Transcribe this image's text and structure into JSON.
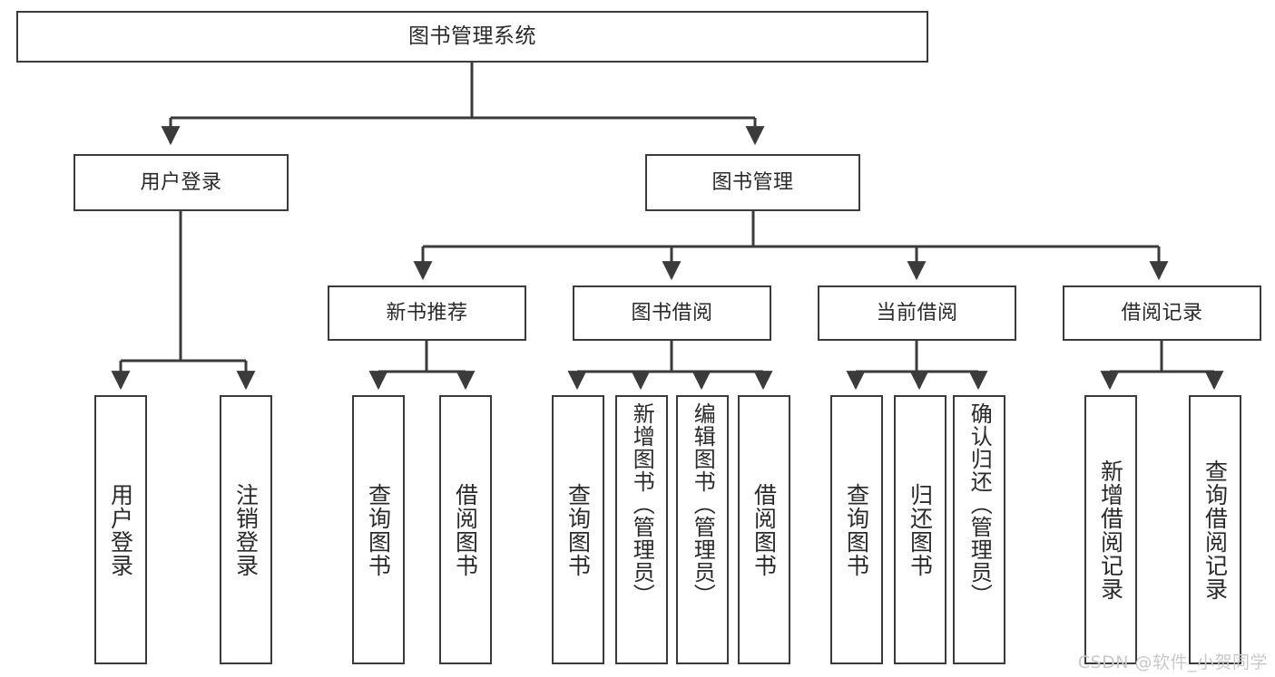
{
  "diagram": {
    "type": "tree-hierarchy-chart",
    "title": "图书管理系统",
    "stroke_color": "#3b3b3b",
    "background_color": "#ffffff",
    "text_color": "#2a2a2a"
  },
  "root": {
    "label": "图书管理系统"
  },
  "level2": [
    {
      "label": "用户登录"
    },
    {
      "label": "图书管理"
    }
  ],
  "level3": [
    {
      "label": "新书推荐"
    },
    {
      "label": "图书借阅"
    },
    {
      "label": "当前借阅"
    },
    {
      "label": "借阅记录"
    }
  ],
  "leaves": {
    "user_login": [
      {
        "label": "用户登录"
      },
      {
        "label": "注销登录"
      }
    ],
    "new_book_recommend": [
      {
        "label": "查询图书"
      },
      {
        "label": "借阅图书"
      }
    ],
    "book_borrow": [
      {
        "label": "查询图书"
      },
      {
        "label": "新增图书（管理员）"
      },
      {
        "label": "编辑图书（管理员）"
      },
      {
        "label": "借阅图书"
      }
    ],
    "current_borrow": [
      {
        "label": "查询图书"
      },
      {
        "label": "归还图书"
      },
      {
        "label": "确认归还（管理员）"
      }
    ],
    "borrow_record": [
      {
        "label": "新增借阅记录"
      },
      {
        "label": "查询借阅记录"
      }
    ]
  },
  "watermark": {
    "text": "CSDN @软件_小贺同学"
  }
}
